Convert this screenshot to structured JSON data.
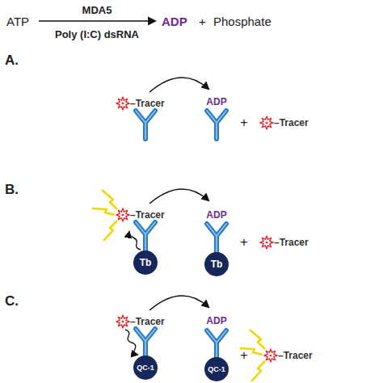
{
  "diagram": {
    "nodes": [
      {
        "text": [
          "Tb"
        ]
      },
      {
        "text": [
          "Tb"
        ]
      },
      {
        "text": [
          "QC-1"
        ]
      },
      {
        "text": [
          "QC-1"
        ]
      }
    ],
    "labels": [
      "ATP",
      "MDA5",
      "Poly (I:C) dsRNA",
      "ADP",
      "+",
      "Phosphate",
      "A.",
      "–Tracer",
      "ADP",
      "+",
      "–Tracer",
      "B.",
      "–Tracer",
      "ADP",
      "+",
      "–Tracer",
      "C.",
      "–Tracer",
      "ADP",
      "+",
      "–Tracer"
    ]
  }
}
